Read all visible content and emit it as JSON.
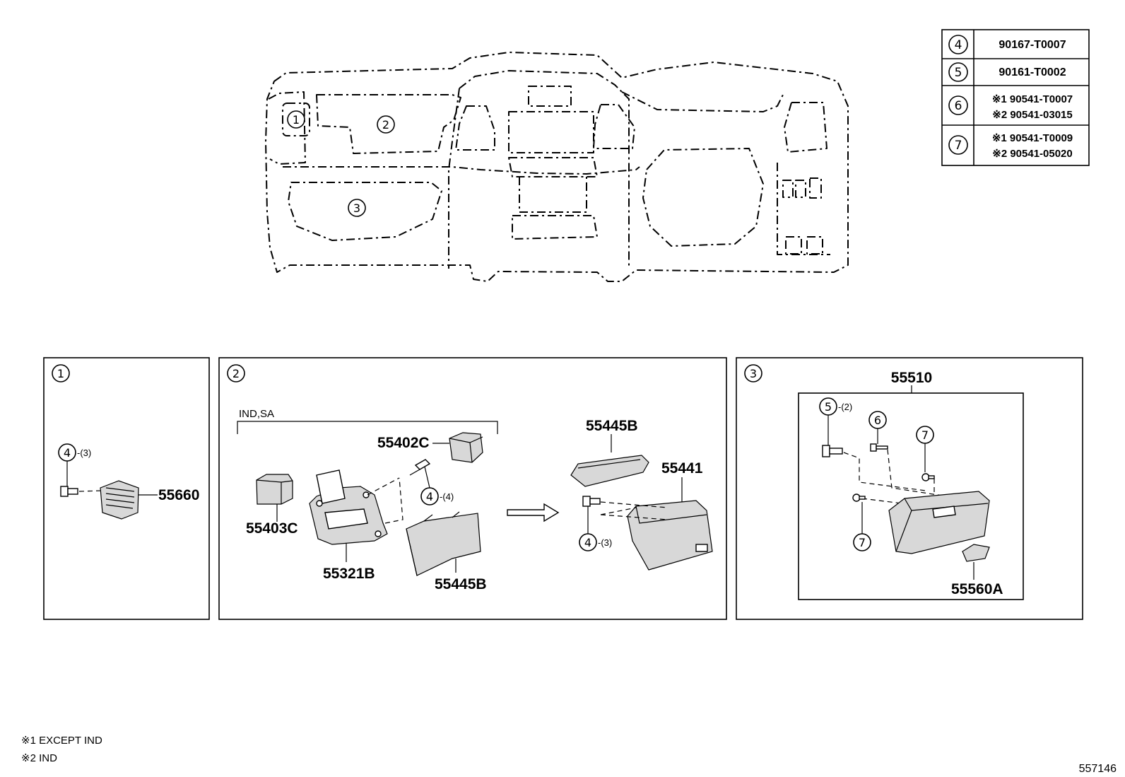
{
  "table": {
    "rows": [
      {
        "ref": "4",
        "lines": [
          "90167-T0007"
        ]
      },
      {
        "ref": "5",
        "lines": [
          "90161-T0002"
        ]
      },
      {
        "ref": "6",
        "lines": [
          "※1 90541-T0007",
          "※2 90541-03015"
        ]
      },
      {
        "ref": "7",
        "lines": [
          "※1 90541-T0009",
          "※2 90541-05020"
        ]
      }
    ]
  },
  "overview": {
    "callouts": [
      "1",
      "2",
      "3"
    ]
  },
  "panels": {
    "p1": {
      "number": "1",
      "ref4": "4",
      "qty": "-(3)",
      "part": "55660"
    },
    "p2": {
      "number": "2",
      "group_label": "IND,SA",
      "parts": {
        "a": "55403C",
        "b": "55402C",
        "c": "55321B",
        "d": "55445B",
        "e": "55445B",
        "f": "55441"
      },
      "ref4_left": "4",
      "qty_left": "-(4)",
      "ref4_right": "4",
      "qty_right": "-(3)"
    },
    "p3": {
      "number": "3",
      "assembly": "55510",
      "ref5": "5",
      "qty5": "-(2)",
      "ref6": "6",
      "ref7a": "7",
      "ref7b": "7",
      "part": "55560A"
    }
  },
  "footnotes": [
    "※1 EXCEPT IND",
    "※2 IND"
  ],
  "diagram_id": "557146"
}
